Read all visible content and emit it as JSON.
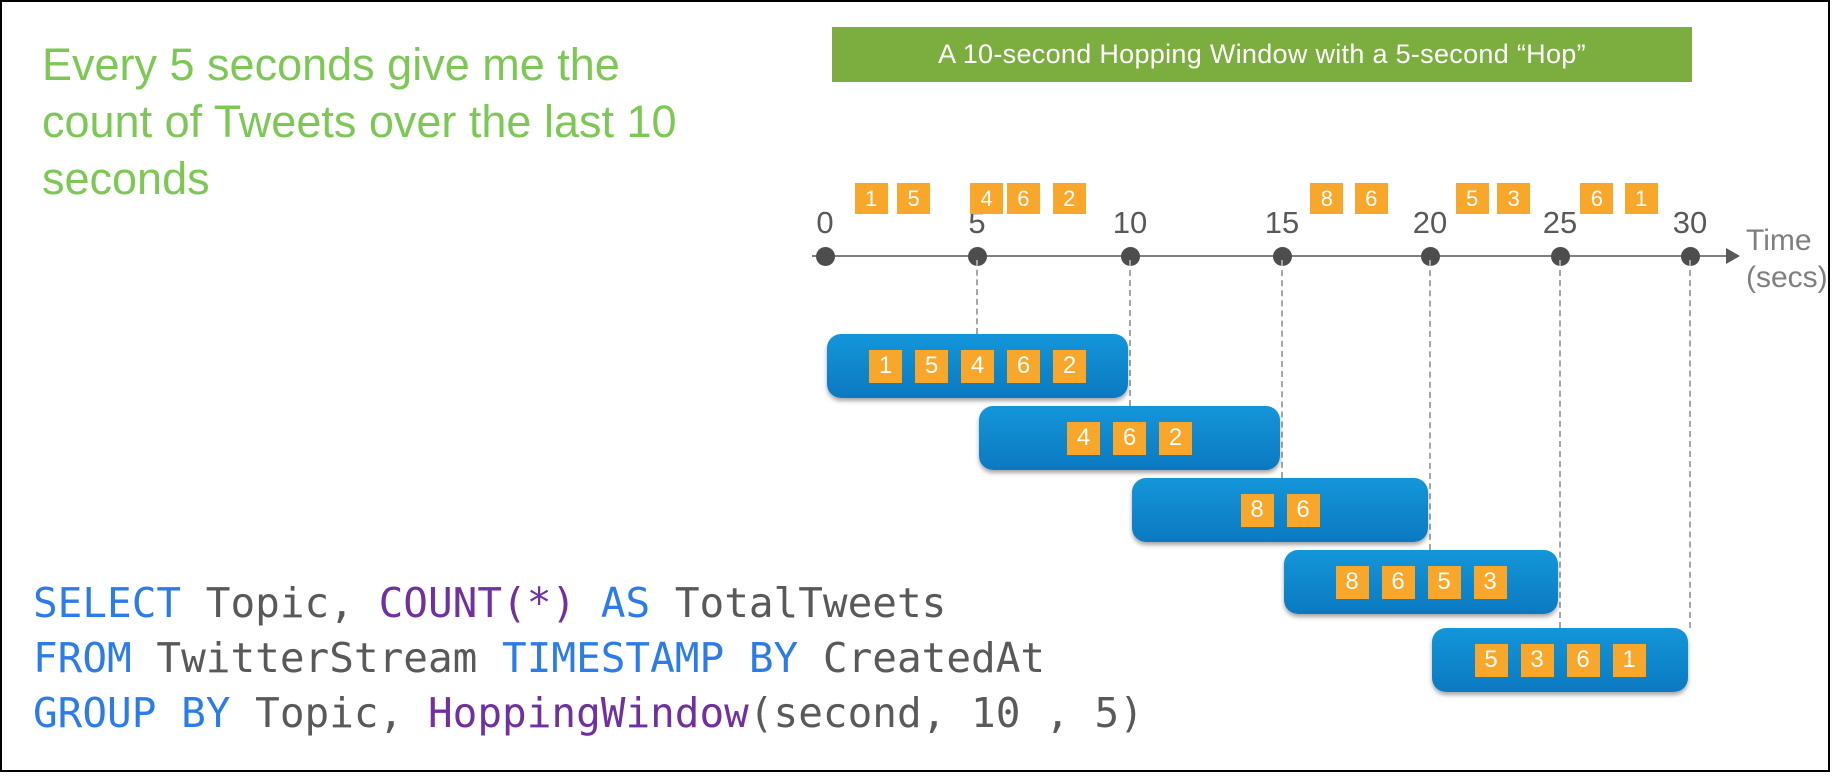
{
  "heading": {
    "text": "Every 5 seconds give me the count of Tweets over the last 10 seconds"
  },
  "banner": {
    "text": "A 10-second Hopping Window with a 5-second “Hop”"
  },
  "timeline": {
    "unit_line1": "Time",
    "unit_line2": "(secs)",
    "ticks": [
      "0",
      "5",
      "10",
      "15",
      "20",
      "25",
      "30"
    ],
    "events": [
      {
        "t": 1.5,
        "value": "1"
      },
      {
        "t": 2.9,
        "value": "5"
      },
      {
        "t": 5.3,
        "value": "4"
      },
      {
        "t": 6.5,
        "value": "6"
      },
      {
        "t": 8.0,
        "value": "2"
      },
      {
        "t": 16.5,
        "value": "8"
      },
      {
        "t": 18.0,
        "value": "6"
      },
      {
        "t": 21.6,
        "value": "5"
      },
      {
        "t": 23.2,
        "value": "3"
      },
      {
        "t": 26.4,
        "value": "6"
      },
      {
        "t": 28.1,
        "value": "1"
      }
    ]
  },
  "windows": [
    {
      "start": 0,
      "end": 10,
      "values": [
        "1",
        "5",
        "4",
        "6",
        "2"
      ]
    },
    {
      "start": 5,
      "end": 15,
      "values": [
        "4",
        "6",
        "2"
      ]
    },
    {
      "start": 10,
      "end": 20,
      "values": [
        "8",
        "6"
      ]
    },
    {
      "start": 15,
      "end": 25,
      "values": [
        "8",
        "6",
        "5",
        "3"
      ]
    },
    {
      "start": 20,
      "end": 30,
      "values": [
        "5",
        "3",
        "6",
        "1"
      ]
    }
  ],
  "sql": {
    "lines": [
      [
        {
          "text": "SELECT",
          "type": "keyword"
        },
        {
          "text": " Topic, ",
          "type": "plain"
        },
        {
          "text": "COUNT(*)",
          "type": "function"
        },
        {
          "text": " ",
          "type": "plain"
        },
        {
          "text": "AS",
          "type": "keyword"
        },
        {
          "text": " TotalTweets",
          "type": "plain"
        }
      ],
      [
        {
          "text": "FROM",
          "type": "keyword"
        },
        {
          "text": " TwitterStream ",
          "type": "plain"
        },
        {
          "text": "TIMESTAMP BY",
          "type": "keyword"
        },
        {
          "text": " CreatedAt",
          "type": "plain"
        }
      ],
      [
        {
          "text": "GROUP BY",
          "type": "keyword"
        },
        {
          "text": " Topic, ",
          "type": "plain"
        },
        {
          "text": "HoppingWindow",
          "type": "function"
        },
        {
          "text": "(second, 10 , 5)",
          "type": "plain"
        }
      ]
    ]
  },
  "colors": {
    "heading_green": "#7DC855",
    "banner_green": "#7BAE3F",
    "event_orange": "#F9A72B",
    "window_blue_top": "#1496DA",
    "window_blue_bottom": "#0B79C1",
    "sql_keyword": "#2B7CE9",
    "sql_function": "#7030A0",
    "sql_plain": "#595959",
    "axis_gray": "#808080",
    "tick_gray": "#595959"
  }
}
